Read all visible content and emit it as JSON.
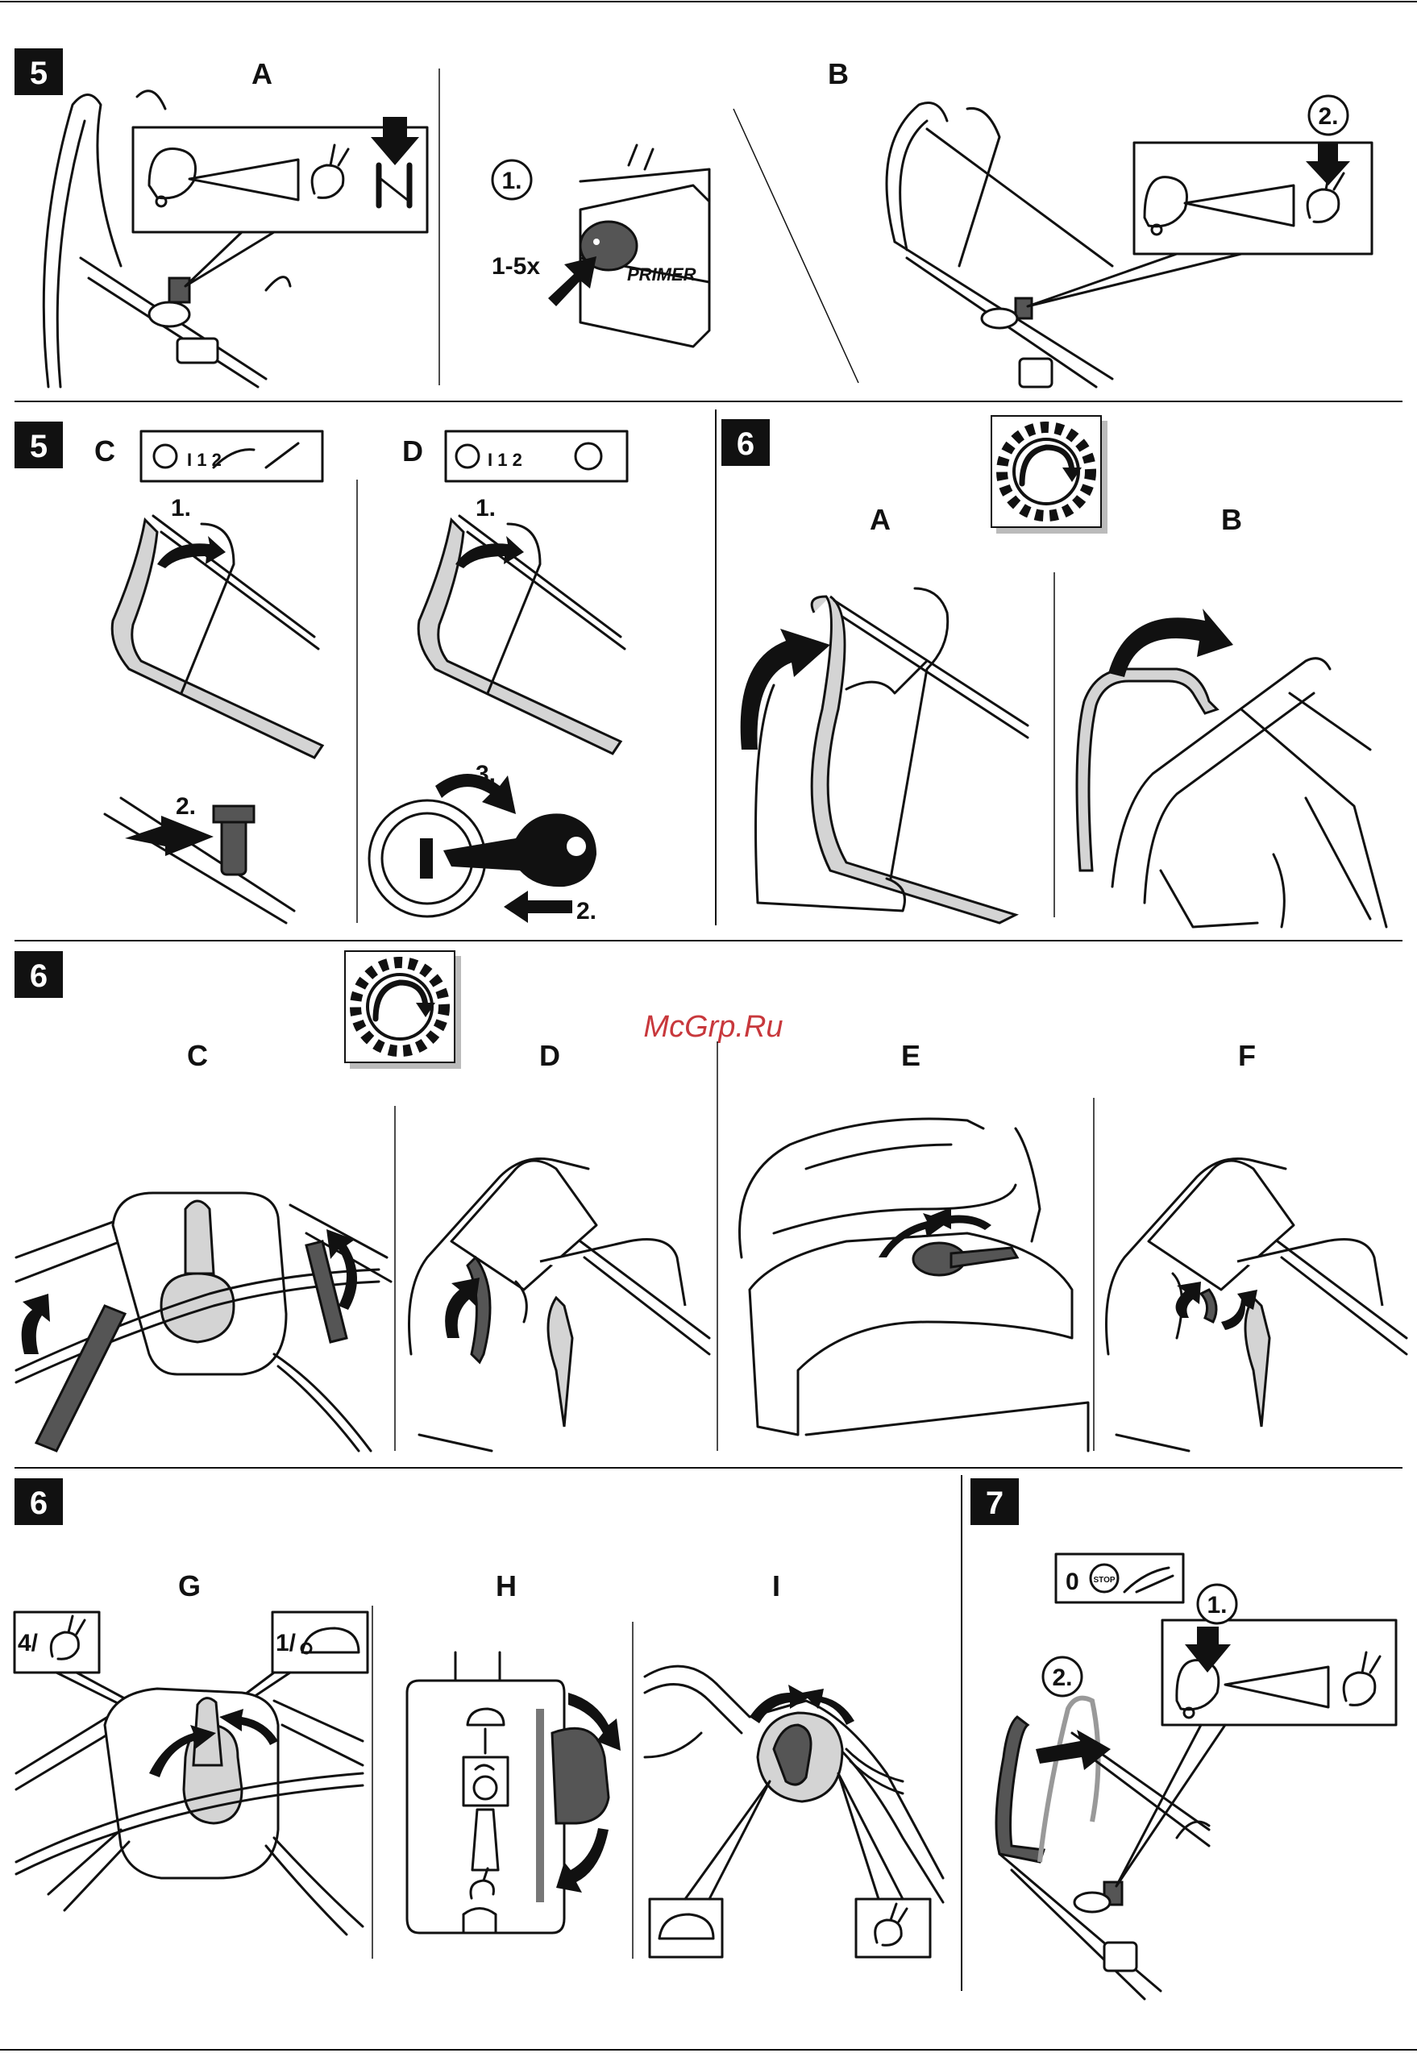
{
  "watermark": "McGrp.Ru",
  "sections": [
    {
      "id": "row1",
      "step": "5",
      "panels": [
        {
          "label": "A"
        },
        {
          "label": "",
          "texts": {
            "step_1": "1.",
            "count": "1-5x",
            "primer": "PRIMER"
          }
        },
        {
          "label": "B",
          "texts": {
            "step_2": "2."
          }
        }
      ]
    },
    {
      "id": "row2",
      "step": "5",
      "panels": [
        {
          "label": "C",
          "texts": {
            "icon_box": "I 1 2",
            "step_1": "1.",
            "step_2": "2."
          }
        },
        {
          "label": "D",
          "texts": {
            "icon_box": "I 1 2",
            "step_1": "1.",
            "step_2": "2.",
            "step_3": "3."
          }
        }
      ]
    },
    {
      "id": "row2b",
      "step": "6",
      "panels": [
        {
          "label": "A"
        },
        {
          "label": "B"
        }
      ]
    },
    {
      "id": "row3",
      "step": "6",
      "panels": [
        {
          "label": "C"
        },
        {
          "label": "D"
        },
        {
          "label": "E"
        },
        {
          "label": "F"
        }
      ]
    },
    {
      "id": "row4",
      "step": "6",
      "panels": [
        {
          "label": "G",
          "texts": {
            "fast": "4/",
            "slow": "1/"
          }
        },
        {
          "label": "H"
        },
        {
          "label": "I"
        }
      ]
    },
    {
      "id": "row4b",
      "step": "7",
      "panels": [
        {
          "label": "",
          "texts": {
            "icon_box": "0",
            "stop": "STOP",
            "step_1": "1.",
            "step_2": "2."
          }
        }
      ]
    }
  ],
  "icons": [
    "tortoise-icon",
    "hare-icon",
    "gear-dial-icon",
    "key-icon",
    "arrow-icon",
    "engine-icon"
  ]
}
